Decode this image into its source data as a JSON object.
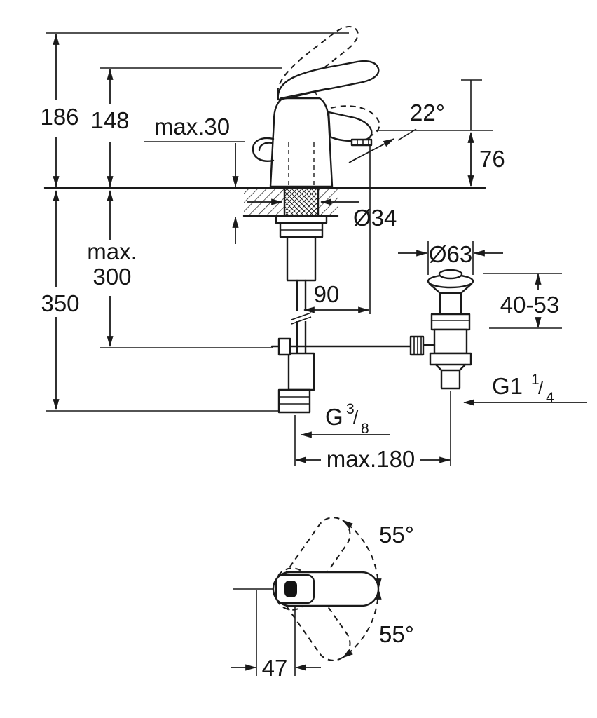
{
  "meta": {
    "type": "technical-dimension-drawing",
    "subject": "single-lever basin mixer with pop-up waste",
    "ink_color": "#1a1a1a",
    "background": "#ffffff"
  },
  "labels": {
    "total_height": "186",
    "upper_height": "148",
    "deck_thickness": "max.30",
    "spout_angle": "22°",
    "outlet_height": "76",
    "hole_diameter": "Ø34",
    "depth_line1": "max.",
    "depth_line2": "300",
    "below_deck_height": "350",
    "spout_reach": "90",
    "waste_diameter": "Ø63",
    "waste_range": "40-53",
    "center_distance": "max.180",
    "swing_upper": "55°",
    "swing_lower": "55°",
    "handle_offset": "47",
    "waste_thread": {
      "base": "G1",
      "sup": "1",
      "slash": "/",
      "sub": "4"
    },
    "supply_thread": {
      "base": "G",
      "sup": "3",
      "slash": "/",
      "sub": "8"
    }
  }
}
